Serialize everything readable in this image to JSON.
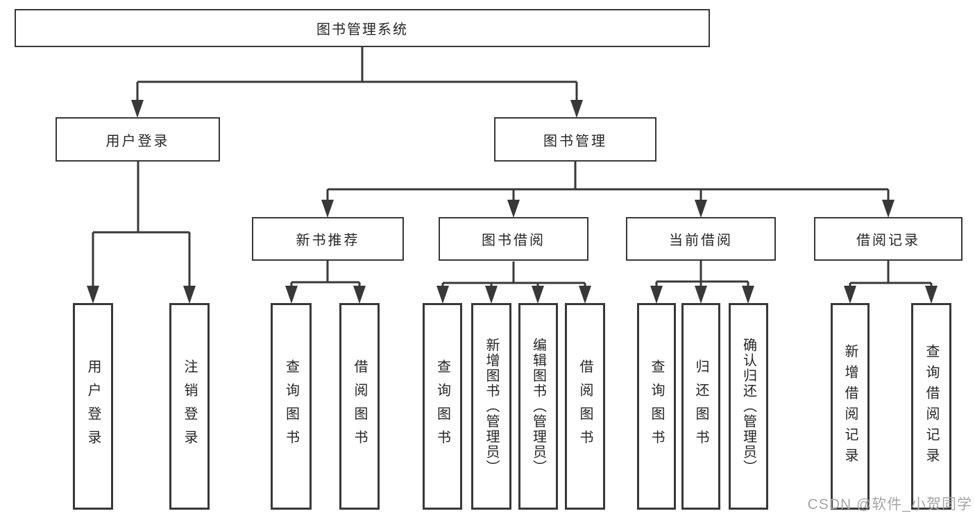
{
  "tree": {
    "root": {
      "label": "图书管理系统",
      "children": [
        {
          "label": "用户登录",
          "children": [
            {
              "label": "用户登录"
            },
            {
              "label": "注销登录"
            }
          ]
        },
        {
          "label": "图书管理",
          "children": [
            {
              "label": "新书推荐",
              "children": [
                {
                  "label": "查询图书"
                },
                {
                  "label": "借阅图书"
                }
              ]
            },
            {
              "label": "图书借阅",
              "children": [
                {
                  "label": "查询图书"
                },
                {
                  "label": "新增图书（管理员）"
                },
                {
                  "label": "编辑图书（管理员）"
                },
                {
                  "label": "借阅图书"
                }
              ]
            },
            {
              "label": "当前借阅",
              "children": [
                {
                  "label": "查询图书"
                },
                {
                  "label": "归还图书"
                },
                {
                  "label": "确认归还（管理员）"
                }
              ]
            },
            {
              "label": "借阅记录",
              "children": [
                {
                  "label": "新增借阅记录"
                },
                {
                  "label": "查询借阅记录"
                }
              ]
            }
          ]
        }
      ]
    }
  },
  "watermark": {
    "text": "CSDN @软件_小贺同学"
  },
  "colors": {
    "box_border": "#383838",
    "connector": "#383838",
    "text": "#262626",
    "watermark": "#a6a6a6",
    "background": "#ffffff"
  }
}
